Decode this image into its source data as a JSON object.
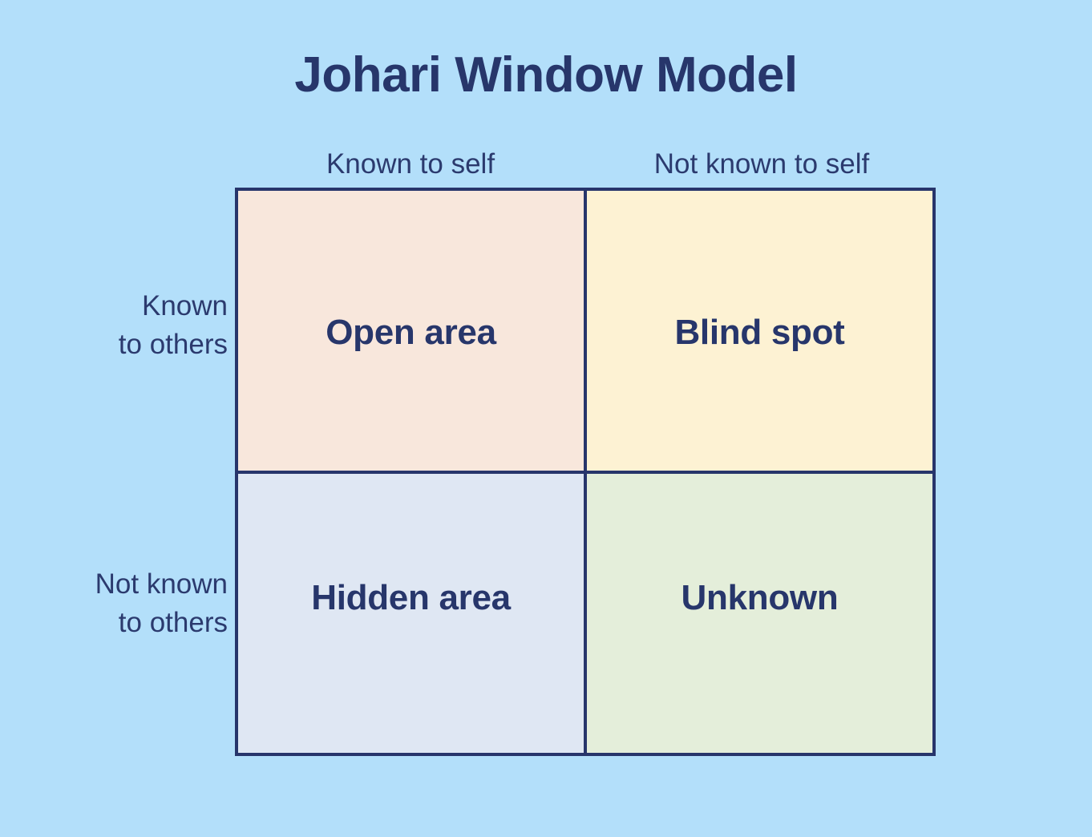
{
  "title": "Johari Window Model",
  "colors": {
    "background": "#b3dffa",
    "text_navy": "#27366b",
    "border_navy": "#27356b",
    "open_area_fill": "#f8e7dc",
    "blind_spot_fill": "#fdf2d3",
    "hidden_area_fill": "#dfe7f3",
    "unknown_fill": "#e4eeda"
  },
  "axes": {
    "columns": [
      {
        "id": "known-self",
        "label": "Known to self"
      },
      {
        "id": "not-known-self",
        "label": "Not known to self"
      }
    ],
    "rows": [
      {
        "id": "known-others",
        "line1": "Known",
        "line2": "to others"
      },
      {
        "id": "not-known-others",
        "line1": "Not known",
        "line2": "to others"
      }
    ]
  },
  "quadrants": [
    {
      "id": "open-area",
      "label": "Open area",
      "row": "known-others",
      "column": "known-self"
    },
    {
      "id": "blind-spot",
      "label": "Blind spot",
      "row": "known-others",
      "column": "not-known-self"
    },
    {
      "id": "hidden-area",
      "label": "Hidden area",
      "row": "not-known-others",
      "column": "known-self"
    },
    {
      "id": "unknown",
      "label": "Unknown",
      "row": "not-known-others",
      "column": "not-known-self"
    }
  ],
  "chart_data": {
    "type": "table",
    "title": "Johari Window Model",
    "xlabel": "",
    "ylabel": "",
    "column_headers": [
      "Known to self",
      "Not known to self"
    ],
    "row_headers": [
      "Known to others",
      "Not known to others"
    ],
    "cells": [
      [
        "Open area",
        "Blind spot"
      ],
      [
        "Hidden area",
        "Unknown"
      ]
    ],
    "cell_colors": [
      [
        "#f8e7dc",
        "#fdf2d3"
      ],
      [
        "#dfe7f3",
        "#e4eeda"
      ]
    ],
    "grid": true,
    "legend": "none"
  }
}
